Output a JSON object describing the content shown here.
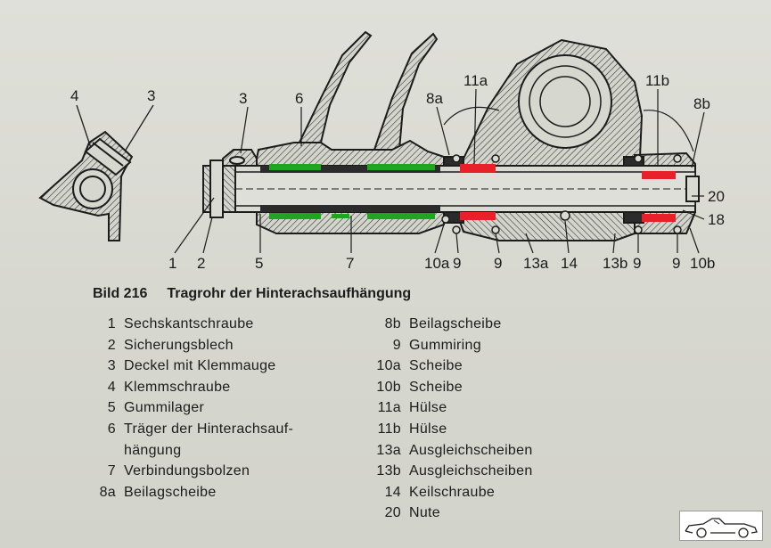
{
  "callouts": {
    "c1": "1",
    "c2": "2",
    "c3_left": "3",
    "c3_top": "3",
    "c4": "4",
    "c5": "5",
    "c6": "6",
    "c7": "7",
    "c8a": "8a",
    "c8b": "8b",
    "c9_a": "9",
    "c9_b": "9",
    "c9_c": "9",
    "c9_d": "9",
    "c10a": "10a",
    "c10b": "10b",
    "c11a": "11a",
    "c11b": "11b",
    "c13a": "13a",
    "c13b": "13b",
    "c14": "14",
    "c18": "18",
    "c20": "20"
  },
  "caption": {
    "figure": "Bild 216",
    "title": "Tragrohr der Hinterachsaufhängung"
  },
  "legend_left": [
    {
      "num": "1",
      "text": "Sechskantschraube"
    },
    {
      "num": "2",
      "text": "Sicherungsblech"
    },
    {
      "num": "3",
      "text": "Deckel mit Klemmauge"
    },
    {
      "num": "4",
      "text": "Klemmschraube"
    },
    {
      "num": "5",
      "text": "Gummilager"
    },
    {
      "num": "6",
      "text": "Träger der Hinterachsauf-"
    },
    {
      "num": "",
      "text": "hängung"
    },
    {
      "num": "7",
      "text": "Verbindungsbolzen"
    },
    {
      "num": "8a",
      "text": "Beilagscheibe"
    }
  ],
  "legend_right": [
    {
      "num": "8b",
      "text": "Beilagscheibe"
    },
    {
      "num": "9",
      "text": "Gummiring"
    },
    {
      "num": "10a",
      "text": "Scheibe"
    },
    {
      "num": "10b",
      "text": "Scheibe"
    },
    {
      "num": "11a",
      "text": "Hülse"
    },
    {
      "num": "11b",
      "text": "Hülse"
    },
    {
      "num": "13a",
      "text": "Ausgleichscheiben"
    },
    {
      "num": "13b",
      "text": "Ausgleichscheiben"
    },
    {
      "num": "14",
      "text": "Keilschraube"
    },
    {
      "num": "20",
      "text": "Nute"
    }
  ],
  "colors": {
    "rubber_bearing": "#1fa51f",
    "sleeve": "#e8202a",
    "ink": "#1c1c1c"
  }
}
